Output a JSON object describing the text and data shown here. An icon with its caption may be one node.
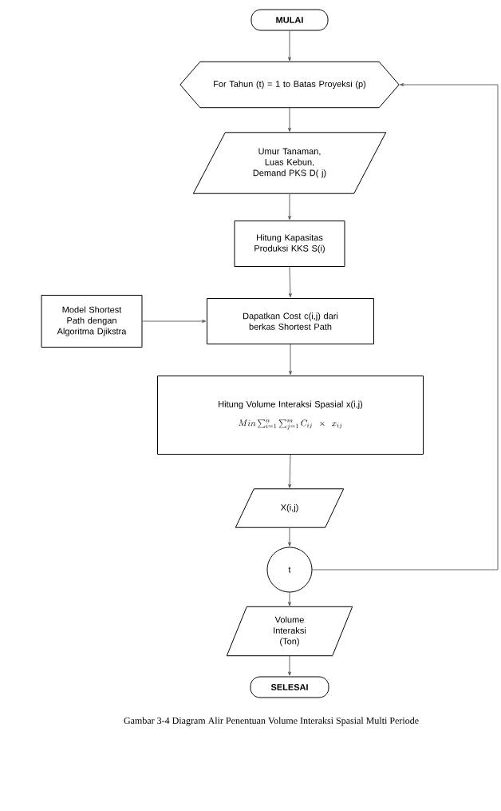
{
  "diagram": {
    "caption": "Gambar 3-4 Diagram Alir Penentuan Volume Interaksi Spasial Multi Periode",
    "nodes": [
      {
        "text": [
          "MULAI"
        ]
      },
      {
        "text": [
          "For Tahun (t) = 1 to Batas Proyeksi (p)"
        ]
      },
      {
        "text": [
          "Umur Tanaman, Luas Kebun, Demand PKS D( j)"
        ]
      },
      {
        "text": [
          "Hitung Kapasitas Produksi KKS S(i)"
        ]
      },
      {
        "text": [
          "Model Shortest Path dengan Algoritma Djikstra"
        ]
      },
      {
        "text": [
          "Dapatkan Cost c(i,j) dari berkas Shortest Path"
        ]
      },
      {
        "text": [
          "Hitung Volume Interaksi Spasial x(i,j)",
          "Min \\sum_{i=1}^{n}\\sum_{j=1}^{m} C_{ij} \\times x_{ij}"
        ]
      },
      {
        "text": [
          "X(i,j)"
        ]
      },
      {
        "text": [
          "t"
        ]
      },
      {
        "text": [
          "Volume Interaksi (Ton)"
        ]
      },
      {
        "text": [
          "SELESAI"
        ]
      }
    ],
    "edges": [
      {
        "from": 0,
        "to": 1,
        "arrow": "to"
      },
      {
        "from": 1,
        "to": 2,
        "arrow": "to"
      },
      {
        "from": 2,
        "to": 3,
        "arrow": "to"
      },
      {
        "from": 3,
        "to": 5,
        "arrow": "to"
      },
      {
        "from": 4,
        "to": 5,
        "arrow": "to"
      },
      {
        "from": 5,
        "to": 6,
        "arrow": "to"
      },
      {
        "from": 6,
        "to": 7,
        "arrow": "to"
      },
      {
        "from": 7,
        "to": 8,
        "arrow": "to"
      },
      {
        "from": 8,
        "to": 9,
        "arrow": "to"
      },
      {
        "from": 9,
        "to": 10,
        "arrow": "to"
      },
      {
        "from": 8,
        "to": 1,
        "arrow": "to"
      }
    ]
  }
}
